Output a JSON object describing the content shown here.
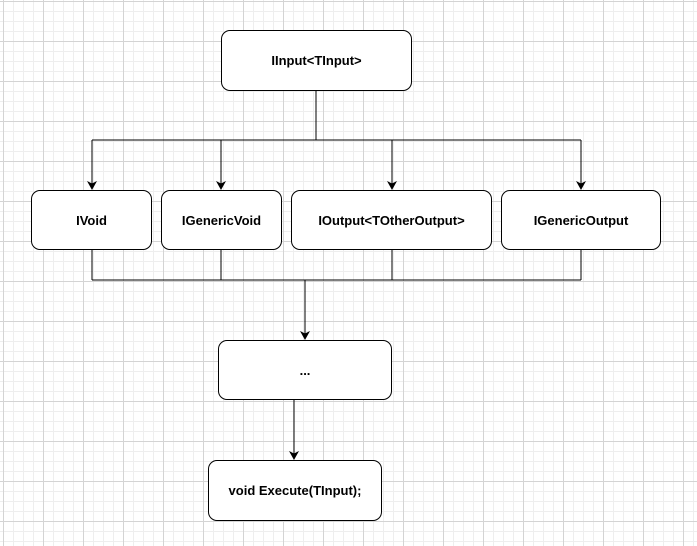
{
  "diagram": {
    "nodes": {
      "root": "IInput<TInput>",
      "ivoid": "IVoid",
      "igenericvoid": "IGenericVoid",
      "ioutput": "IOutput<TOtherOutput>",
      "igenericoutput": "IGenericOutput",
      "ellipsis": "...",
      "execute": "void Execute(TInput);"
    },
    "colors": {
      "stroke": "#000000",
      "node_fill": "#ffffff",
      "grid": "#d4d4d4"
    }
  }
}
